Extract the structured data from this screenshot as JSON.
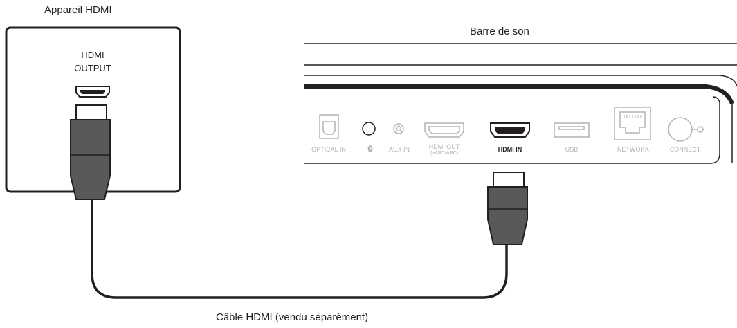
{
  "device": {
    "title": "Appareil HDMI",
    "port_label_line1": "HDMI",
    "port_label_line2": "OUTPUT"
  },
  "soundbar": {
    "title": "Barre de son",
    "ports": [
      {
        "key": "optical",
        "label": "OPTICAL IN",
        "active": false
      },
      {
        "key": "bluetooth",
        "label": "",
        "active": false
      },
      {
        "key": "aux",
        "label": "AUX IN",
        "active": false
      },
      {
        "key": "hdmi_out",
        "label": "HDMI OUT",
        "sublabel": "(eARC/ARC)",
        "active": false
      },
      {
        "key": "hdmi_in",
        "label": "HDMI IN",
        "active": true
      },
      {
        "key": "usb",
        "label": "USB",
        "active": false
      },
      {
        "key": "network",
        "label": "NETWORK",
        "active": false
      },
      {
        "key": "connect",
        "label": "CONNECT",
        "active": false
      }
    ]
  },
  "cable": {
    "caption": "Câble HDMI (vendu séparément)"
  },
  "colors": {
    "line": "#231f20",
    "connector": "#58595b",
    "inactive": "#b3b3b3"
  }
}
